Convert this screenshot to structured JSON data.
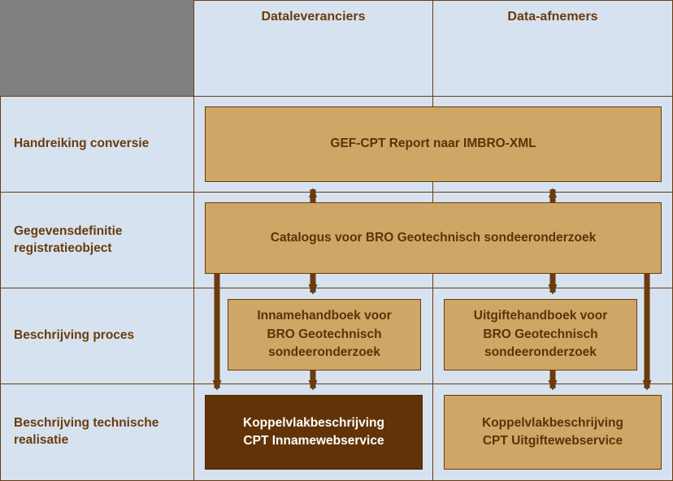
{
  "diagram": {
    "title_row_height": 118,
    "colors": {
      "background_blue": "#d6e2ef",
      "corner_gray": "#808080",
      "box_tan": "#cea666",
      "box_dark_brown": "#613307",
      "line_brown": "#6b3b0b",
      "text_brown": "#5e3206",
      "text_white": "#ffffff"
    },
    "columns": [
      {
        "key": "corner",
        "label": ""
      },
      {
        "key": "dataleveranciers",
        "label": "Dataleveranciers"
      },
      {
        "key": "data_afnemers",
        "label": "Data-afnemers"
      }
    ],
    "rows": [
      {
        "key": "handreiking_conversie",
        "label": "Handreiking conversie"
      },
      {
        "key": "gegevensdefinitie",
        "label": "Gegevensdefinitie registratieobject"
      },
      {
        "key": "beschrijving_proces",
        "label": "Beschrijving proces"
      },
      {
        "key": "beschrijving_technische_realisatie",
        "label": "Beschrijving technische realisatie"
      }
    ],
    "boxes": [
      {
        "key": "gef_cpt_report",
        "text": "GEF-CPT Report naar IMBRO-XML",
        "style": "tan",
        "row": "handreiking_conversie",
        "span": "both-columns"
      },
      {
        "key": "catalogus",
        "text": "Catalogus voor BRO Geotechnisch sondeeronderzoek",
        "style": "tan",
        "row": "gegevensdefinitie",
        "span": "both-columns"
      },
      {
        "key": "innamehandboek",
        "line1": "Innamehandboek voor",
        "line2": "BRO Geotechnisch",
        "line3": "sondeeronderzoek",
        "style": "tan",
        "row": "beschrijving_proces",
        "column": "dataleveranciers"
      },
      {
        "key": "uitgiftehandboek",
        "line1": "Uitgiftehandboek voor",
        "line2": "BRO Geotechnisch",
        "line3": "sondeeronderzoek",
        "style": "tan",
        "row": "beschrijving_proces",
        "column": "data_afnemers"
      },
      {
        "key": "koppelvlak_inname",
        "line1": "Koppelvlakbeschrijving",
        "line2": "CPT Innamewebservice",
        "style": "dark",
        "row": "beschrijving_technische_realisatie",
        "column": "dataleveranciers"
      },
      {
        "key": "koppelvlak_uitgifte",
        "line1": "Koppelvlakbeschrijving",
        "line2": "CPT Uitgiftewebservice",
        "style": "tan",
        "row": "beschrijving_technische_realisatie",
        "column": "data_afnemers"
      }
    ],
    "connectors": [
      {
        "key": "catalogus-to-gef-left",
        "from": "catalogus",
        "to": "gef_cpt_report",
        "direction": "up"
      },
      {
        "key": "catalogus-to-gef-right",
        "from": "catalogus",
        "to": "gef_cpt_report",
        "direction": "up"
      },
      {
        "key": "catalogus-to-innamehandboek",
        "from": "catalogus",
        "to": "innamehandboek",
        "direction": "down"
      },
      {
        "key": "catalogus-to-uitgiftehandboek",
        "from": "catalogus",
        "to": "uitgiftehandboek",
        "direction": "down"
      },
      {
        "key": "catalogus-to-koppelvlak-inname",
        "from": "catalogus",
        "to": "koppelvlak_inname",
        "direction": "down"
      },
      {
        "key": "catalogus-to-koppelvlak-uitgifte",
        "from": "catalogus",
        "to": "koppelvlak_uitgifte",
        "direction": "down"
      },
      {
        "key": "innamehandboek-to-koppelvlak-inname",
        "from": "innamehandboek",
        "to": "koppelvlak_inname",
        "direction": "down"
      },
      {
        "key": "uitgiftehandboek-to-koppelvlak-uitgifte",
        "from": "uitgiftehandboek",
        "to": "koppelvlak_uitgifte",
        "direction": "down"
      }
    ]
  }
}
